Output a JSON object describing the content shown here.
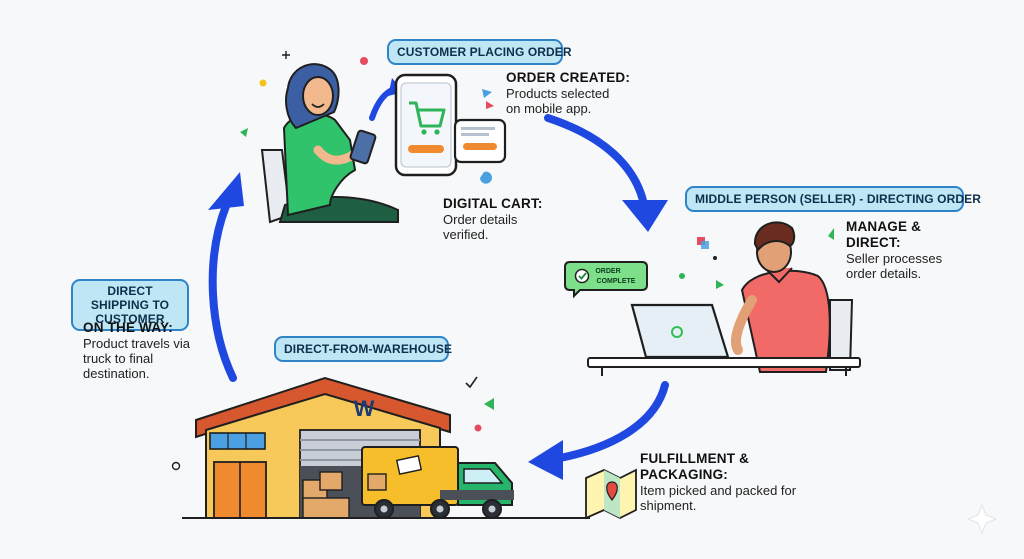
{
  "colors": {
    "arrow": "#1f48e0",
    "tag_fill": "#bfe6f5",
    "tag_border": "#2f84c8",
    "accent_green": "#2fc05a",
    "accent_orange": "#ef8a2e",
    "warehouse_wall": "#f7c95b",
    "warehouse_roof": "#d7572f",
    "truck": "#f6be2a",
    "truck_cab": "#27b46b"
  },
  "tags": {
    "customer": "CUSTOMER PLACING ORDER",
    "seller": "MIDDLE PERSON (SELLER) - DIRECTING ORDER",
    "shipping": "DIRECT SHIPPING TO CUSTOMER",
    "warehouse": "DIRECT-FROM-WAREHOUSE"
  },
  "steps": {
    "order_created": {
      "title": "ORDER CREATED:",
      "line1": "Products selected",
      "line2": "on mobile app."
    },
    "digital_cart": {
      "title": "DIGITAL CART:",
      "line1": "Order details",
      "line2": "verified."
    },
    "manage_direct": {
      "title": "MANAGE & DIRECT:",
      "line1": "Seller processes",
      "line2": "order details."
    },
    "on_the_way": {
      "title": "ON THE WAY:",
      "line1": "Product travels via",
      "line2": "truck to final",
      "line3": "destination."
    },
    "fulfillment": {
      "title": "FULFILLMENT & PACKAGING:",
      "line1": "Item picked and packed for",
      "line2": "shipment."
    }
  },
  "order_badge": {
    "line1": "ORDER",
    "line2": "COMPLETE"
  },
  "warehouse_sign": "W",
  "icons": [
    "shopping-cart-icon",
    "smartphone-icon",
    "laptop-icon",
    "warehouse-icon",
    "delivery-truck-icon",
    "map-pin-icon",
    "checkmark-icon",
    "sparkle-icon"
  ]
}
